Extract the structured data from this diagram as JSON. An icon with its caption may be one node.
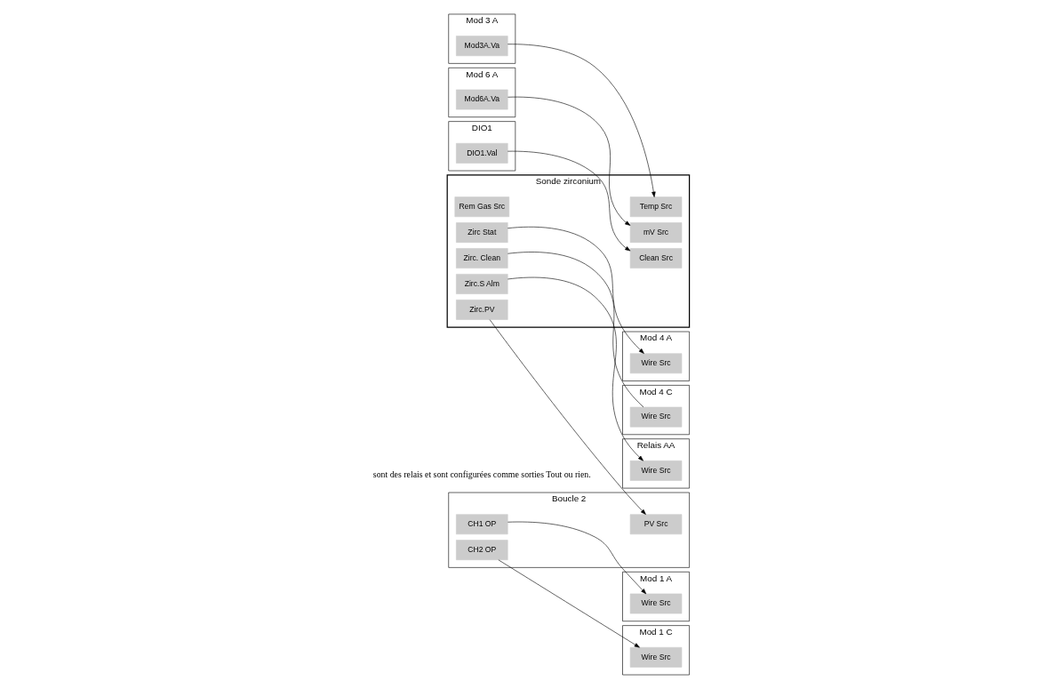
{
  "diagram": {
    "nodes": [
      {
        "text": [
          "Mod 3 A"
        ]
      },
      {
        "text": [
          "Mod3A.Va"
        ],
        "in": 0
      },
      {
        "text": [
          "Mod 6 A"
        ]
      },
      {
        "text": [
          "Mod6A.Va"
        ],
        "in": 2
      },
      {
        "text": [
          "DIO1"
        ]
      },
      {
        "text": [
          "DIO1.Val"
        ],
        "in": 4
      },
      {
        "text": [
          "Sonde zirconium"
        ]
      },
      {
        "text": [
          "Temp Src"
        ],
        "in": 6
      },
      {
        "text": [
          "mV Src"
        ],
        "in": 6
      },
      {
        "text": [
          "Rem Gas Src"
        ],
        "in": 6
      },
      {
        "text": [
          "Clean Src"
        ],
        "in": 6
      },
      {
        "text": [
          "Zirc.PV"
        ],
        "in": 6
      },
      {
        "text": [
          "Zirc Stat"
        ],
        "in": 6
      },
      {
        "text": [
          "Zirc. Clean"
        ],
        "in": 6
      },
      {
        "text": [
          "Zirc.S Alm"
        ],
        "in": 6
      },
      {
        "text": [
          "Boucle 2"
        ]
      },
      {
        "text": [
          "PV Src"
        ],
        "in": 15
      },
      {
        "text": [
          "CH1 OP"
        ],
        "in": 15
      },
      {
        "text": [
          "CH2 OP"
        ],
        "in": 15
      },
      {
        "text": [
          "Mod 1 A"
        ]
      },
      {
        "text": [
          "Wire Src"
        ],
        "in": 19
      },
      {
        "text": [
          "Mod 1 C"
        ]
      },
      {
        "text": [
          "Wire Src"
        ],
        "in": 21
      },
      {
        "text": [
          "Mod 4 A"
        ]
      },
      {
        "text": [
          "Wire Src"
        ],
        "in": 23
      },
      {
        "text": [
          "Mod 4 C"
        ]
      },
      {
        "text": [
          "Wire Src"
        ],
        "in": 25
      },
      {
        "text": [
          "Relais AA"
        ]
      },
      {
        "text": [
          "Wire Src"
        ],
        "in": 27
      }
    ],
    "edges": [
      {
        "from": 1,
        "to": 7,
        "arrow": "to"
      },
      {
        "from": 3,
        "to": 8,
        "arrow": "to"
      },
      {
        "from": 5,
        "to": 10,
        "arrow": "to"
      },
      {
        "from": 11,
        "to": 16,
        "arrow": "to"
      },
      {
        "from": 17,
        "to": 20,
        "arrow": "to"
      },
      {
        "from": 18,
        "to": 22,
        "arrow": "to"
      },
      {
        "from": 12,
        "to": 24,
        "arrow": "to"
      },
      {
        "from": 13,
        "to": 26,
        "arrow": "none"
      },
      {
        "from": 14,
        "to": 28,
        "arrow": "to"
      }
    ],
    "labels": [
      "sont des relais et sont configurées comme sorties Tout ou rien."
    ]
  }
}
